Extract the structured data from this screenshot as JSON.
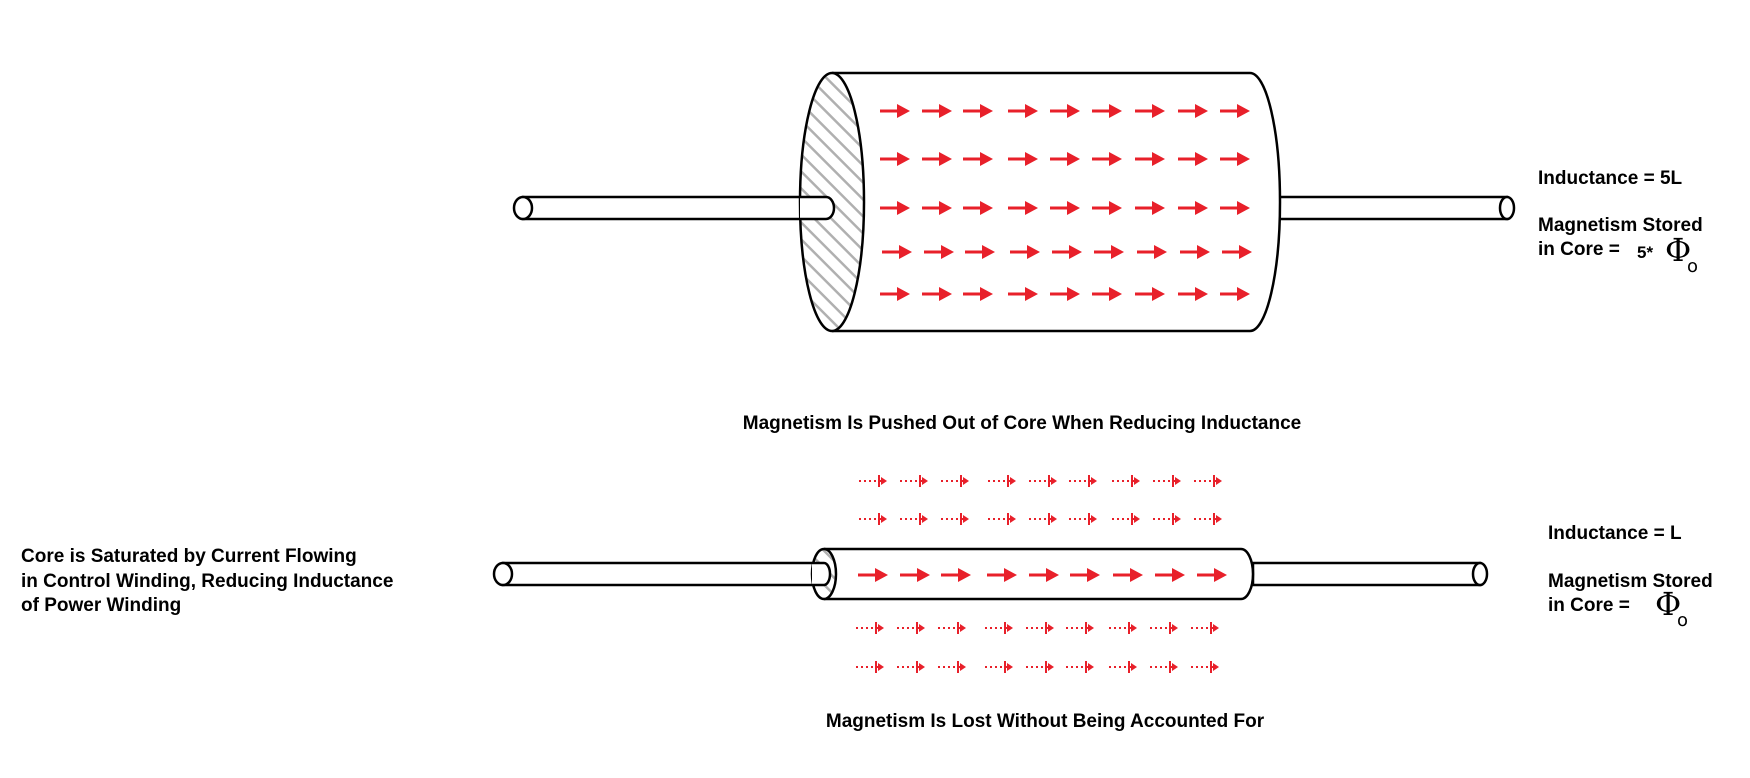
{
  "top": {
    "inductance": "Inductance = 5L",
    "stored_line1": "Magnetism Stored",
    "stored_line2": "in Core =",
    "multiplier": "5*",
    "phi_symbol": "Φ",
    "phi_subscript": "o",
    "caption": "Magnetism Is Pushed Out of Core When Reducing Inductance",
    "arrow_rows": 5,
    "arrows_per_row": 9
  },
  "bottom": {
    "left_line1": "Core is Saturated by Current Flowing",
    "left_line2": "in Control Winding, Reducing Inductance",
    "left_line3": "of Power Winding",
    "inductance": "Inductance = L",
    "stored_line1": "Magnetism Stored",
    "stored_line2": "in Core =",
    "phi_symbol": "Φ",
    "phi_subscript": "o",
    "caption": "Magnetism Is Lost Without Being Accounted For",
    "inside_arrows": 9,
    "dotted_rows": 4,
    "dotted_per_row": 9
  },
  "colors": {
    "flux_arrow": "#e8202a",
    "outline": "#000000",
    "hatch": "#b0b0b0"
  }
}
